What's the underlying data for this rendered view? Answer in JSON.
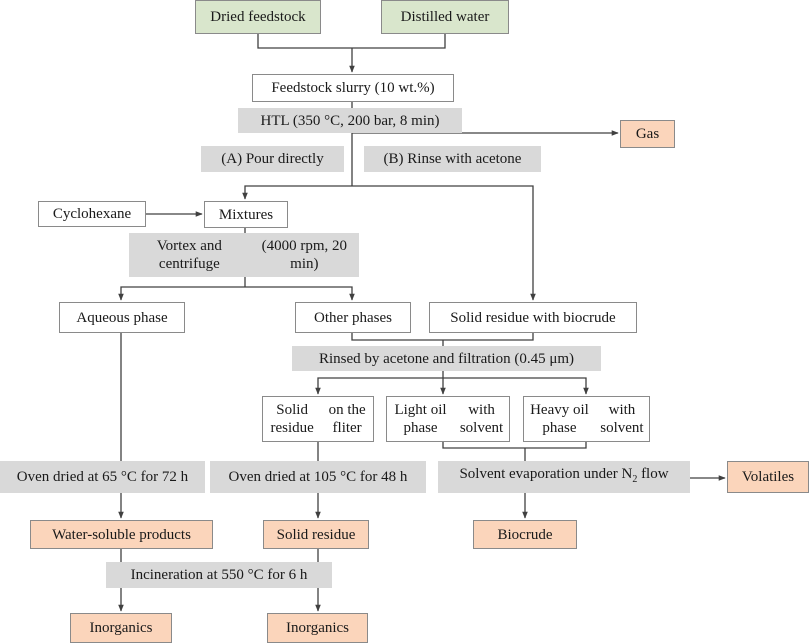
{
  "inputs": {
    "dried_feedstock": "Dried feedstock",
    "distilled_water": "Distilled water",
    "cyclohexane": "Cyclohexane"
  },
  "steps": {
    "feedstock_slurry": "Feedstock slurry (10 wt.%)",
    "htl": "HTL (350 °C, 200 bar, 8 min)",
    "pour_directly": "(A) Pour directly",
    "rinse_acetone": "(B) Rinse with acetone",
    "mixtures": "Mixtures",
    "vortex_line1": "Vortex  and centrifuge",
    "vortex_line2": "(4000 rpm, 20 min)",
    "aqueous_phase": "Aqueous phase",
    "other_phases": "Other phases",
    "solid_residue_biocrude": "Solid residue with biocrude",
    "rinsed_filtration": "Rinsed by acetone and filtration (0.45 μm)",
    "solid_residue_filter_line1": "Solid residue",
    "solid_residue_filter_line2": "on the fliter",
    "light_oil_line1": "Light oil phase",
    "light_oil_line2": "with solvent",
    "heavy_oil_line1": "Heavy oil phase",
    "heavy_oil_line2": "with solvent",
    "oven_65": "Oven dried at 65 °C for 72 h",
    "oven_105": "Oven dried at 105 °C for 48 h",
    "solvent_evap_prefix": "Solvent evaporation under N",
    "solvent_evap_sub": "2",
    "solvent_evap_suffix": " flow",
    "incineration": "Incineration at 550 °C for 6 h"
  },
  "products": {
    "gas": "Gas",
    "volatiles": "Volatiles",
    "water_soluble": "Water-soluble products",
    "solid_residue": "Solid residue",
    "biocrude": "Biocrude",
    "inorganics_left": "Inorganics",
    "inorganics_right": "Inorganics"
  },
  "colors": {
    "input_fill": "#d9e6cc",
    "process_fill": "#d9d9d9",
    "product_fill": "#fbd5bb",
    "line": "#404040"
  }
}
